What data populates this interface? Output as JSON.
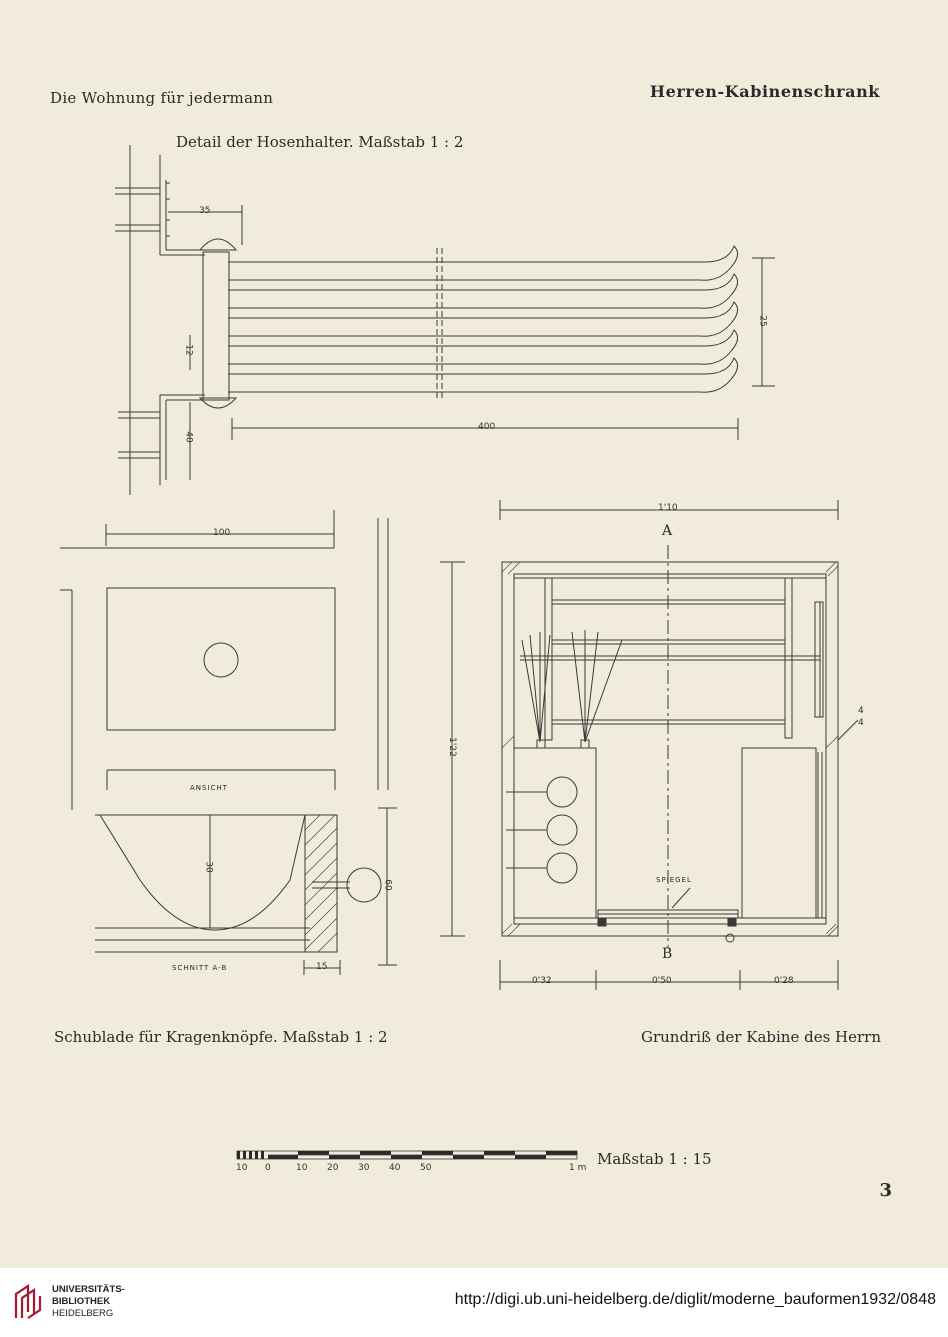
{
  "header": {
    "left_title": "Die Wohnung für jedermann",
    "right_title": "Herren-Kabinenschrank"
  },
  "captions": {
    "hosenhalter": "Detail der Hosenhalter. Maßstab 1 : 2",
    "schublade": "Schublade für Kragenknöpfe. Maßstab 1 : 2",
    "grundriss": "Grundriß der Kabine des Herrn"
  },
  "hosenhalter": {
    "dim_35": "35",
    "dim_400": "400",
    "dim_40": "40",
    "dim_12": "12",
    "dim_25": "25"
  },
  "schublade": {
    "dim_100": "100",
    "label_ansicht": "ANSICHT",
    "label_schnitt": "SCHNITT A-B",
    "dim_30": "30",
    "dim_60": "60",
    "dim_15": "15"
  },
  "grundriss": {
    "label_a": "A",
    "label_b": "B",
    "dim_110": "1'10",
    "dim_122": "1'22",
    "dim_032": "0'32",
    "dim_050": "0'50",
    "dim_028": "0'28",
    "label_spiegel": "SPIEGEL",
    "dim_4a": "4",
    "dim_4b": "4"
  },
  "scale_bar": {
    "caption": "Maßstab 1 : 15",
    "ticks": [
      "10",
      "0",
      "10",
      "20",
      "30",
      "40",
      "50",
      "1 m"
    ]
  },
  "page_number": "3",
  "footer": {
    "library_line1": "UNIVERSITÄTS-",
    "library_line2": "BIBLIOTHEK",
    "library_line3": "HEIDELBERG",
    "url": "http://digi.ub.uni-heidelberg.de/diglit/moderne_bauformen1932/0848",
    "logo_color": "#a6192e"
  }
}
